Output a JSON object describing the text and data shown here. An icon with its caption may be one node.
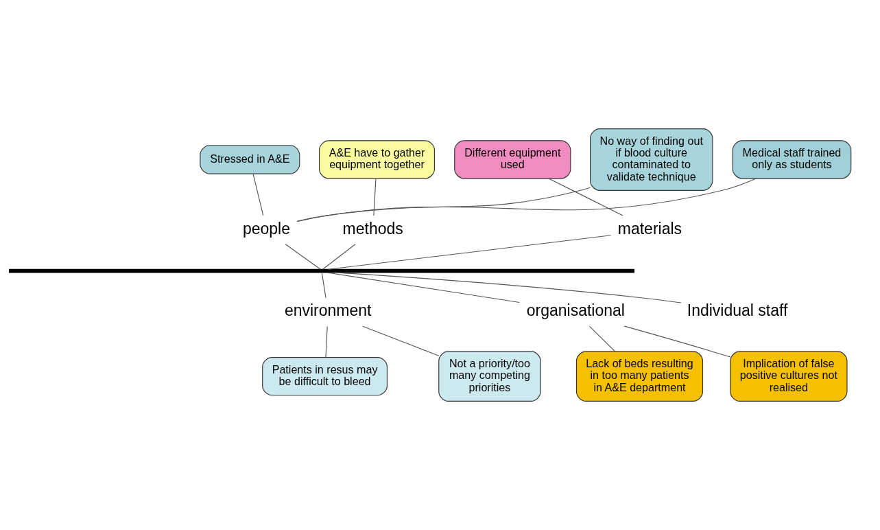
{
  "diagram": {
    "nodes": [
      {
        "text": [
          "Stressed in A&E"
        ]
      },
      {
        "text": [
          "No way of finding out if blood culture contaminated to validate technique"
        ]
      },
      {
        "text": [
          "A&E have to gather equipment together"
        ]
      },
      {
        "text": [
          "Different equipment used"
        ]
      },
      {
        "text": [
          "people"
        ]
      },
      {
        "text": [
          "methods"
        ]
      },
      {
        "text": [
          "materials"
        ]
      },
      {
        "text": [
          "Medical staff trained only as students"
        ]
      },
      {
        "text": [],
        "shape": "bar"
      },
      {
        "text": [
          "Patients in resus may be difficult to bleed"
        ]
      },
      {
        "text": [
          "environment"
        ]
      },
      {
        "text": [
          "organisational"
        ]
      },
      {
        "text": [
          "Lack of beds resulting in too many patients in A&E department"
        ]
      },
      {
        "text": [
          "Individual staff"
        ]
      },
      {
        "text": [
          "Not a priority/too many competing priorities"
        ]
      },
      {
        "text": [
          "Implication of false positive cultures not realised"
        ]
      }
    ],
    "edges": [
      {
        "from": 0,
        "to": 4,
        "arrow": "none"
      },
      {
        "from": 1,
        "to": 4,
        "arrow": "none"
      },
      {
        "from": 7,
        "to": 4,
        "arrow": "none"
      },
      {
        "from": 2,
        "to": 5,
        "arrow": "none"
      },
      {
        "from": 3,
        "to": 6,
        "arrow": "none"
      },
      {
        "from": 4,
        "to": 8,
        "arrow": "none"
      },
      {
        "from": 5,
        "to": 8,
        "arrow": "none"
      },
      {
        "from": 6,
        "to": 8,
        "arrow": "none"
      },
      {
        "from": 10,
        "to": 8,
        "arrow": "none"
      },
      {
        "from": 11,
        "to": 8,
        "arrow": "none"
      },
      {
        "from": 13,
        "to": 8,
        "arrow": "none"
      },
      {
        "from": 9,
        "to": 10,
        "arrow": "none"
      },
      {
        "from": 14,
        "to": 10,
        "arrow": "none"
      },
      {
        "from": 12,
        "to": 11,
        "arrow": "none"
      },
      {
        "from": 15,
        "to": 11,
        "arrow": "none"
      }
    ]
  }
}
